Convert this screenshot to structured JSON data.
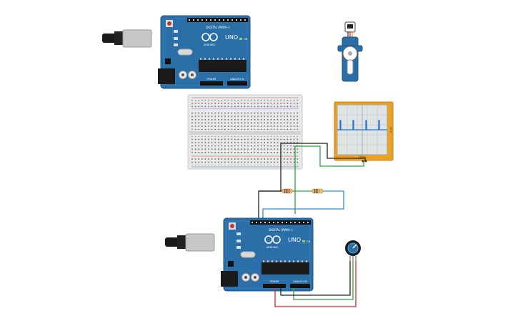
{
  "arduino_top": {
    "brand": "UNO",
    "maker": "ARDUINO",
    "digital_label": "DIGITAL (PWM~)",
    "power_label": "POWER",
    "analog_label": "ANALOG IN",
    "led_label": "ON"
  },
  "arduino_bottom": {
    "brand": "UNO",
    "maker": "ARDUINO",
    "digital_label": "DIGITAL (PWM~)",
    "power_label": "POWER",
    "analog_label": "ANALOG IN",
    "led_label": "ON"
  },
  "oscilloscope": {
    "scale_label": "10ms",
    "side_label": "50 V"
  },
  "colors": {
    "arduino_blue": "#2a6fa8",
    "wire_black": "#222222",
    "wire_green": "#2ea043",
    "wire_blue": "#2b8fd6",
    "wire_red": "#d62828",
    "scope_frame": "#f0a020",
    "scope_trace": "#1e6fd6"
  }
}
